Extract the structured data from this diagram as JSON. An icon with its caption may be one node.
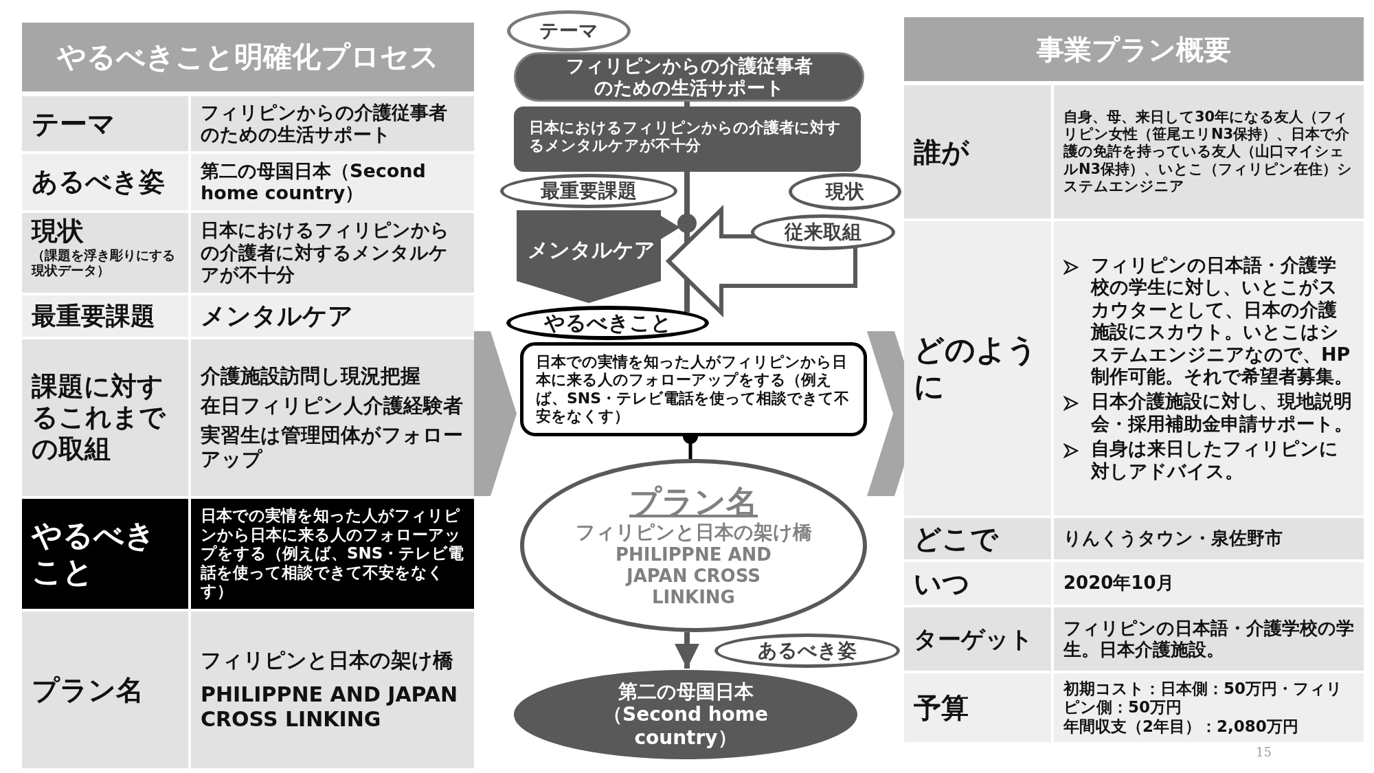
{
  "diagram": {
    "nodes": [
      {
        "text": [
          "テーマ"
        ]
      },
      {
        "text": [
          "フィリピンからの介護従事者のための生活サポート"
        ]
      },
      {
        "text": [
          "日本におけるフィリピンからの介護者に対するメンタルケアが不十分"
        ]
      },
      {
        "text": [
          "現状"
        ]
      },
      {
        "text": [
          "最重要課題"
        ]
      },
      {
        "text": [
          "メンタルケア"
        ]
      },
      {
        "text": [
          "従来取組"
        ]
      },
      {
        "text": [
          "やるべきこと"
        ]
      },
      {
        "text": [
          "日本での実情を知った人がフィリピンから日本に来る人のフォローアップをする（例えば、SNS・テレビ電話を使って相談できて不安をなくす）"
        ]
      },
      {
        "text": [
          "プラン名",
          "フィリピンと日本の架け橋",
          "PHILIPPNE AND JAPAN CROSS LINKING"
        ]
      },
      {
        "text": [
          "あるべき姿"
        ]
      },
      {
        "text": [
          "第二の母国日本（Second home country）"
        ]
      },
      {
        "text": [],
        "shape": "chevron"
      },
      {
        "text": [],
        "shape": "chevron"
      }
    ],
    "edges": [
      {
        "from": 1,
        "to": 2,
        "arrow": "none"
      },
      {
        "from": 2,
        "to": 7,
        "arrow": "none"
      },
      {
        "from": 6,
        "to": 5,
        "arrow": "to",
        "style": "thick"
      },
      {
        "from": 8,
        "to": 9,
        "arrow": "other"
      },
      {
        "from": 9,
        "to": 11,
        "arrow": "to"
      }
    ],
    "labels": [
      "やるべきこと明確化プロセス",
      "テーマ",
      "フィリピンからの介護従事者のための生活サポート",
      "あるべき姿",
      "第二の母国日本（Second home country）",
      "現状",
      "（課題を浮き彫りにする現状データ）",
      "日本におけるフィリピンからの介護者に対するメンタルケアが不十分",
      "最重要課題",
      "メンタルケア",
      "課題に対するこれまでの取組",
      "介護施設訪問し現況把握",
      "在日フィリピン人介護経験者",
      "実習生は管理団体がフォローアップ",
      "やるべきこと",
      "日本での実情を知った人がフィリピンから日本に来る人のフォローアップをする（例えば、SNS・テレビ電話を使って相談できて不安をなくす）",
      "プラン名",
      "フィリピンと日本の架け橋",
      "PHILIPPNE AND JAPAN CROSS LINKING",
      "事業プラン概要",
      "誰が",
      "自身、母、来日して30年になる友人（フィリピン女性（笹尾エリN3保持）、日本で介護の免許を持っている友人（山口マイシェルN3保持）、いとこ（フィリピン在住）システムエンジニア",
      "どのように",
      "フィリピンの日本語・介護学校の学生に対し、いとこがスカウターとして、日本の介護施設にスカウト。いとこはシステムエンジニアなので、HP制作可能。それで希望者募集。",
      "日本介護施設に対し、現地説明会・採用補助金申請サポート。",
      "自身は来日したフィリピンに対しアドバイス。",
      "どこで",
      "りんくうタウン・泉佐野市",
      "いつ",
      "2020年10月",
      "ターゲット",
      "フィリピンの日本語・介護学校の学生。日本介護施設。",
      "予算",
      "初期コスト：日本側：50万円・フィリピン側：50万円",
      "年間収支（2年目）：2,080万円",
      "15"
    ]
  }
}
